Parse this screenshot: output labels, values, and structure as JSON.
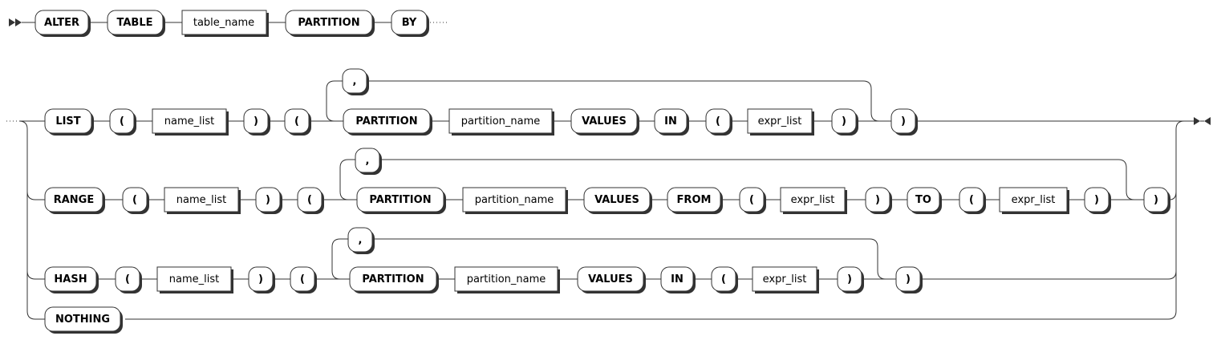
{
  "statement": {
    "alter": "ALTER",
    "table": "TABLE",
    "table_name": "table_name",
    "partition": "PARTITION",
    "by": "BY"
  },
  "list_branch": {
    "list": "LIST",
    "lparen1": "(",
    "name_list": "name_list",
    "rparen1": ")",
    "lparen2": "(",
    "comma": ",",
    "partition": "PARTITION",
    "partition_name": "partition_name",
    "values": "VALUES",
    "in": "IN",
    "lparen3": "(",
    "expr_list": "expr_list",
    "rparen3": ")",
    "rparen2": ")"
  },
  "range_branch": {
    "range": "RANGE",
    "lparen1": "(",
    "name_list": "name_list",
    "rparen1": ")",
    "lparen2": "(",
    "comma": ",",
    "partition": "PARTITION",
    "partition_name": "partition_name",
    "values": "VALUES",
    "from": "FROM",
    "lparen3": "(",
    "expr_list_from": "expr_list",
    "rparen3": ")",
    "to": "TO",
    "lparen4": "(",
    "expr_list_to": "expr_list",
    "rparen4": ")",
    "rparen2": ")"
  },
  "hash_branch": {
    "hash": "HASH",
    "lparen1": "(",
    "name_list": "name_list",
    "rparen1": ")",
    "lparen2": "(",
    "comma": ",",
    "partition": "PARTITION",
    "partition_name": "partition_name",
    "values": "VALUES",
    "in": "IN",
    "lparen3": "(",
    "expr_list": "expr_list",
    "rparen3": ")",
    "rparen2": ")"
  },
  "nothing_branch": {
    "nothing": "NOTHING"
  }
}
